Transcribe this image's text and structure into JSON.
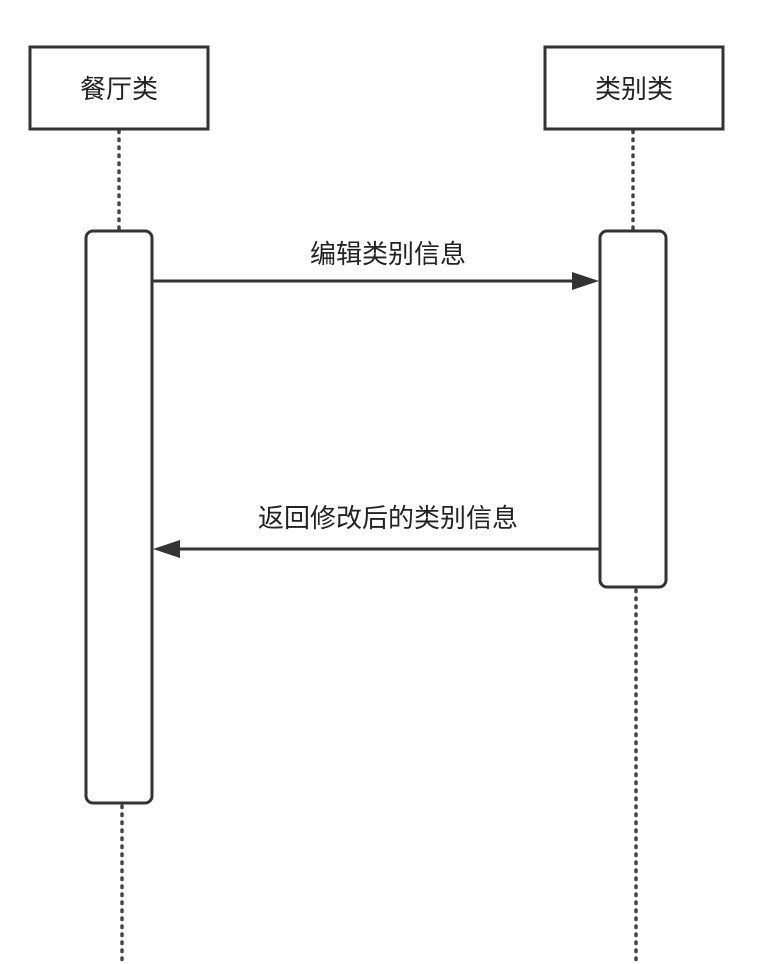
{
  "participants": [
    {
      "name": "餐厅类"
    },
    {
      "name": "类别类"
    }
  ],
  "messages": [
    {
      "label": "编辑类别信息",
      "from": "餐厅类",
      "to": "类别类"
    },
    {
      "label": "返回修改后的类别信息",
      "from": "类别类",
      "to": "餐厅类"
    }
  ],
  "colors": {
    "stroke": "#333333",
    "background": "#ffffff"
  }
}
